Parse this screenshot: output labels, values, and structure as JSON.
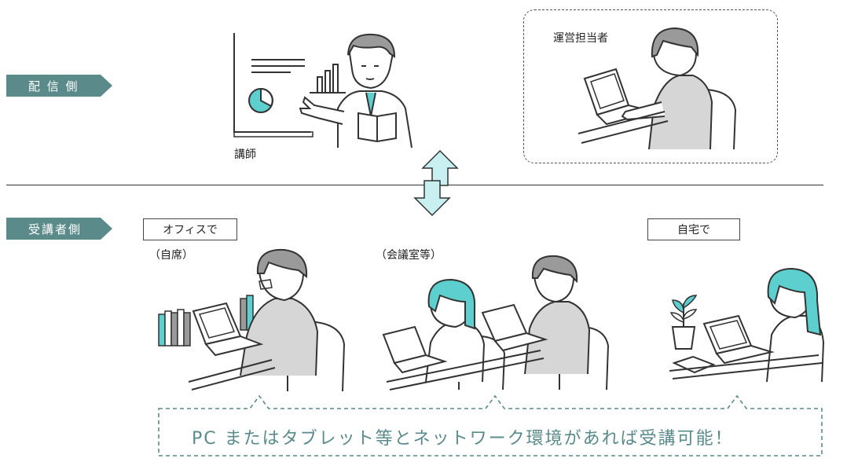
{
  "colors": {
    "teal_dark": "#5a8a8a",
    "teal_light": "#5ecfcf",
    "arrow_fill": "#c9f0f0",
    "line": "#333333",
    "gray_fill": "#9a9a9a",
    "light_gray": "#d6d6d6"
  },
  "sections": {
    "sender": {
      "label": "配 信 側"
    },
    "receiver": {
      "label": "受講者側"
    }
  },
  "roles": {
    "lecturer": "講師",
    "operator": "運営担当者"
  },
  "locations": {
    "office": {
      "label": "オフィスで",
      "sub": "（自席）"
    },
    "meeting_room": {
      "sub": "（会議室等）"
    },
    "home": {
      "label": "自宅で"
    }
  },
  "banner": {
    "text": "PC またはタブレット等とネットワーク環境があれば受講可能！"
  },
  "icons": [
    "double-arrow-icon",
    "pie-chart-icon",
    "bar-chart-icon",
    "plant-icon"
  ]
}
